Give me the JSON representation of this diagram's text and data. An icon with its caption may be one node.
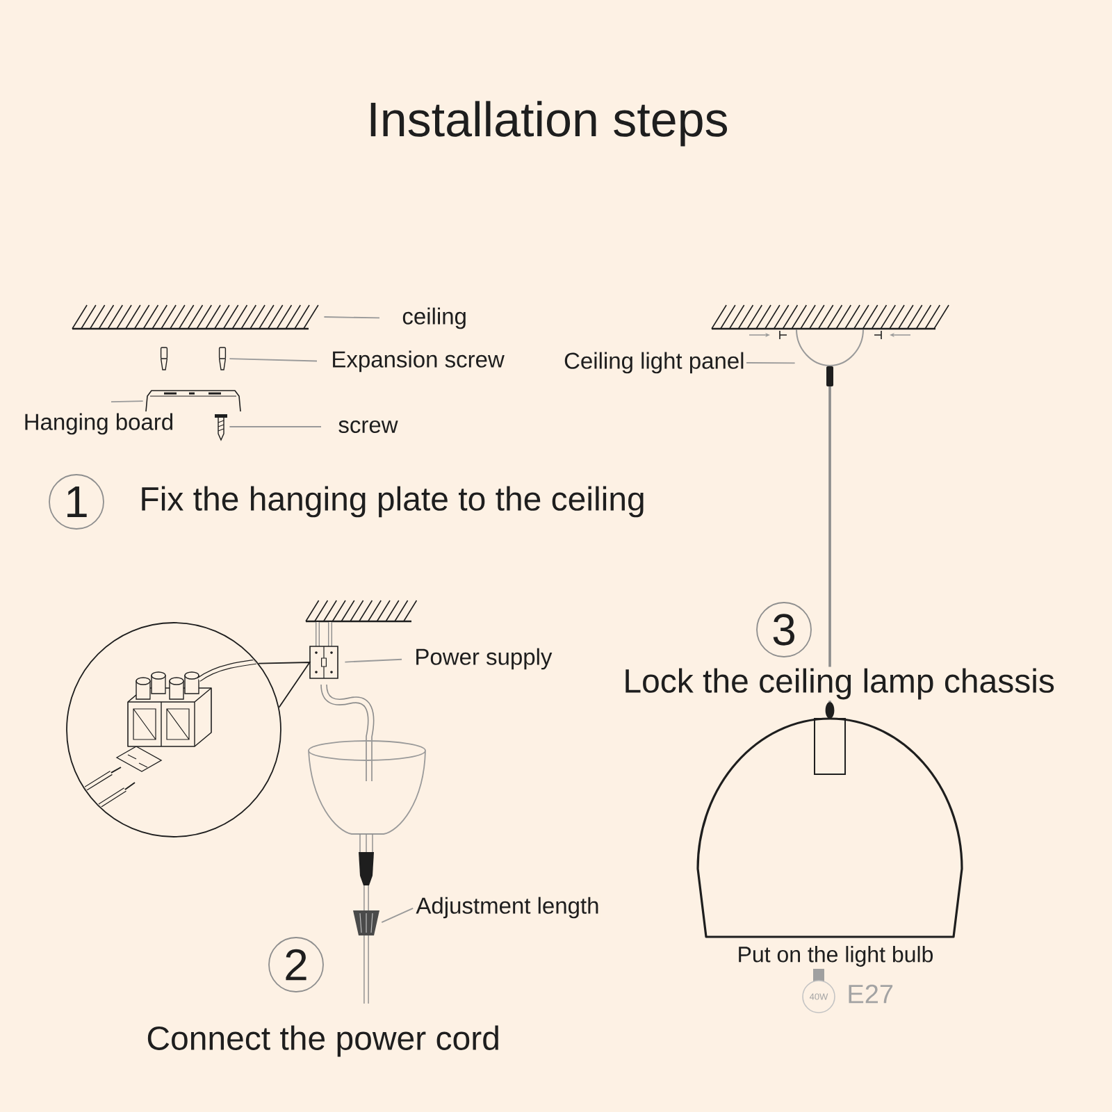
{
  "diagram": {
    "title": "Installation steps",
    "nodes": [
      {
        "text": [],
        "shape": "picture"
      },
      {
        "text": [
          "ceiling"
        ]
      },
      {
        "text": [],
        "shape": "picture"
      },
      {
        "text": [
          "Expansion screw"
        ]
      },
      {
        "text": [
          "Hanging board"
        ]
      },
      {
        "text": [],
        "shape": "picture"
      },
      {
        "text": [],
        "shape": "picture"
      },
      {
        "text": [
          "screw"
        ]
      },
      {
        "text": [
          "1"
        ],
        "beside": [
          "Fix the hanging plate to the ceiling"
        ]
      },
      {
        "text": [
          "Ceiling light panel"
        ]
      },
      {
        "text": [],
        "shape": "picture"
      },
      {
        "text": [],
        "shape": "circle"
      },
      {
        "text": [],
        "shape": "picture"
      },
      {
        "text": [
          "Power supply"
        ]
      },
      {
        "text": [
          "3"
        ],
        "beside": [
          "Lock the ceiling lamp chassis"
        ]
      },
      {
        "text": [],
        "shape": "picture"
      },
      {
        "text": [
          "Adjustment length"
        ]
      },
      {
        "text": [
          "2"
        ],
        "beside": [
          "Connect the power cord"
        ]
      },
      {
        "text": [
          "40W"
        ],
        "beside": [
          "E27"
        ]
      }
    ],
    "edges": [
      {
        "from": 1,
        "to": 0,
        "arrow": "none"
      },
      {
        "from": 3,
        "to": 2,
        "arrow": "none"
      },
      {
        "from": 4,
        "to": 5,
        "arrow": "none"
      },
      {
        "from": 7,
        "to": 6,
        "arrow": "none"
      },
      {
        "from": 9,
        "to": 10,
        "arrow": "none"
      },
      {
        "from": 11,
        "to": 12,
        "arrow": "none",
        "color": "#1e1e1e"
      },
      {
        "from": 13,
        "to": 12,
        "arrow": "none"
      },
      {
        "from": 16,
        "to": 15,
        "arrow": "none"
      }
    ],
    "labels": [
      "Put on the light bulb"
    ]
  }
}
